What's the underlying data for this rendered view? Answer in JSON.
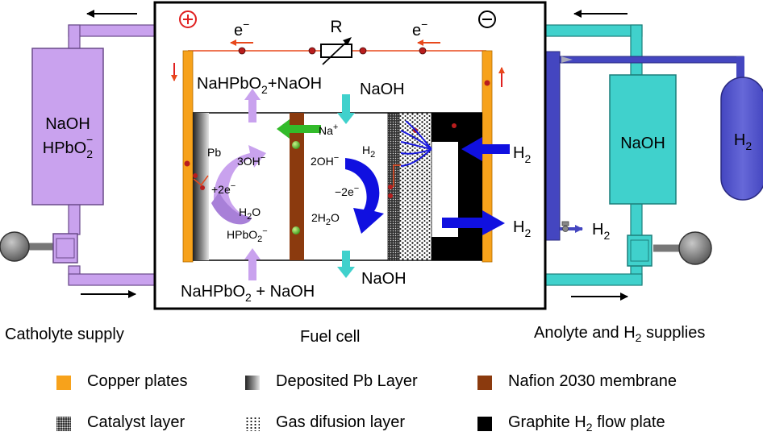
{
  "cell": {
    "anode_sign": "⊕",
    "cathode_sign": "⊖",
    "electron_base": "e",
    "electron_sup": "−",
    "resistor_label": "R",
    "catholyte_in_top": "NaHPbO",
    "catholyte_in_top_sub": "2",
    "catholyte_in_top_rest": "+NaOH",
    "anolyte_out_top": "NaOH",
    "sodium_ion": "Na",
    "sodium_ion_sup": "+",
    "pb": "Pb",
    "hydroxide_3": "3OH",
    "hydroxide_3_sup": "−",
    "plus_2e": "+2e",
    "plus_2e_sup": "−",
    "water_left": "H",
    "water_left_sub": "2",
    "water_left_rest": "O",
    "hpbo2_left": "HPbO",
    "hpbo2_left_sub": "2",
    "hpbo2_left_sup": "−",
    "h2_inner": "H",
    "h2_inner_sub": "2",
    "hydroxide_2": "2OH",
    "hydroxide_2_sup": "−",
    "minus_2e": "−2e",
    "minus_2e_sup": "−",
    "water_right": "2H",
    "water_right_sub": "2",
    "water_right_rest": "O",
    "catholyte_in_bottom": "NaHPbO",
    "catholyte_in_bottom_sub": "2",
    "catholyte_in_bottom_rest": " + NaOH",
    "anolyte_out_bottom": "NaOH",
    "h2_in": "H",
    "h2_in_sub": "2",
    "h2_out": "H",
    "h2_out_sub": "2"
  },
  "left_tank": {
    "line1": "NaOH",
    "line2": "HPbO",
    "line2_sub": "2",
    "line2_sup": "−"
  },
  "right_tank": {
    "label": "NaOH"
  },
  "h2_tank": {
    "label": "H",
    "label_sub": "2"
  },
  "h2_vent": {
    "label": "H",
    "label_sub": "2"
  },
  "captions": {
    "catholyte": "Catholyte supply",
    "fuel_cell": "Fuel cell",
    "anolyte_prefix": "Anolyte and H",
    "anolyte_sub": "2",
    "anolyte_suffix": " supplies"
  },
  "legend": {
    "copper": "Copper plates",
    "pb_layer": "Deposited Pb Layer",
    "nafion": "Nafion 2030 membrane",
    "catalyst": "Catalyst layer",
    "gdl": "Gas difusion layer",
    "graphite_prefix": "Graphite H",
    "graphite_sub": "2",
    "graphite_suffix": " flow plate"
  },
  "colors": {
    "copper": "#f7a21b",
    "nafion": "#8b3a0e",
    "catholyte": "#c9a2ee",
    "anolyte": "#40d1cc",
    "hydrogen": "#5a5cd0",
    "flow_arrow_blue": "#1010e0",
    "sodium_arrow": "#33bb2a",
    "wire": "#e8481c"
  }
}
